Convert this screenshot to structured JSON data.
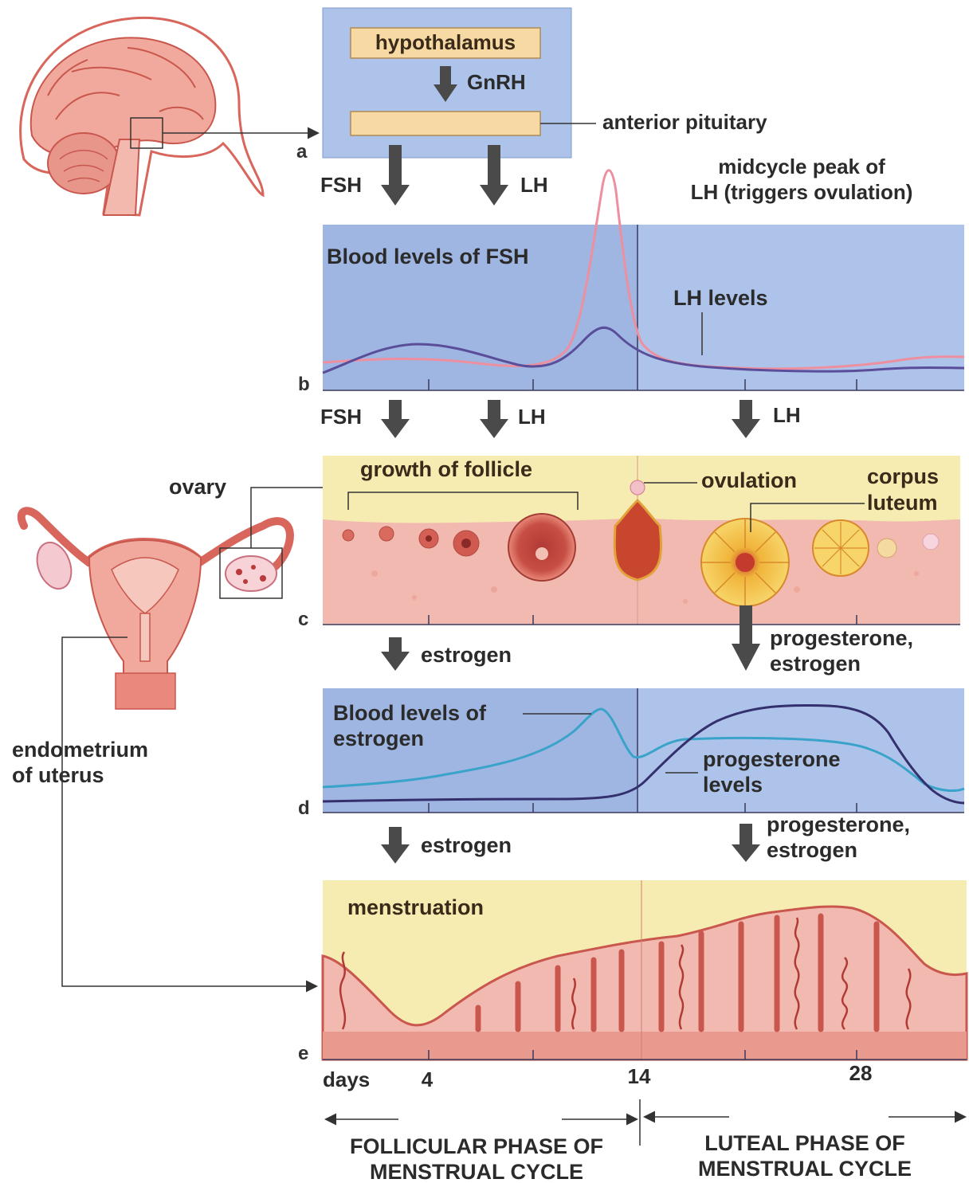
{
  "top": {
    "hypothalamus": "hypothalamus",
    "gnrh": "GnRH",
    "anterior_pituitary": "anterior pituitary",
    "fsh": "FSH",
    "lh": "LH",
    "midcycle_line1": "midcycle peak of",
    "midcycle_line2": "LH (triggers ovulation)"
  },
  "panels": {
    "a": "a",
    "b": "b",
    "c": "c",
    "d": "d",
    "e": "e"
  },
  "panel_b": {
    "title": "Blood levels of FSH",
    "lh_levels": "LH levels"
  },
  "arrows_bc": {
    "fsh": "FSH",
    "lh1": "LH",
    "lh2": "LH"
  },
  "panel_c": {
    "growth": "growth of follicle",
    "ovulation": "ovulation",
    "corpus1": "corpus",
    "corpus2": "luteum"
  },
  "ovary_label": "ovary",
  "arrows_cd": {
    "estrogen": "estrogen",
    "prog1": "progesterone,",
    "prog2": "estrogen"
  },
  "panel_d": {
    "title1": "Blood levels of",
    "title2": "estrogen",
    "prog1": "progesterone",
    "prog2": "levels"
  },
  "endometrium": {
    "line1": "endometrium",
    "line2": "of uterus"
  },
  "arrows_de": {
    "estrogen": "estrogen",
    "prog1": "progesterone,",
    "prog2": "estrogen"
  },
  "panel_e": {
    "menstruation": "menstruation"
  },
  "axis": {
    "days": "days",
    "t4": "4",
    "t14": "14",
    "t28": "28"
  },
  "phases": {
    "follicular1": "FOLLICULAR PHASE OF",
    "follicular2": "MENSTRUAL CYCLE",
    "luteal1": "LUTEAL PHASE OF",
    "luteal2": "MENSTRUAL CYCLE"
  },
  "colors": {
    "panel_blue": "#aec3ea",
    "panel_yellow": "#f6ebb0",
    "tissue_pink": "#f2b9b0",
    "lh_curve": "#ee8fa0",
    "fsh_curve": "#5a4e9a",
    "estrogen_curve": "#3aa3c9",
    "progesterone_curve": "#34306e"
  }
}
